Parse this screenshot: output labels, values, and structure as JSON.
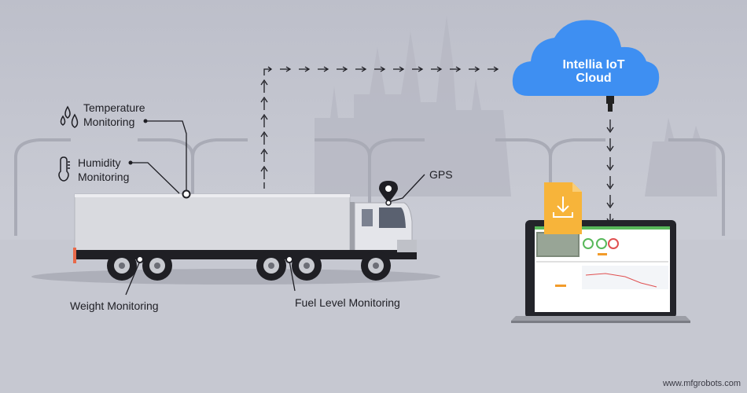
{
  "labels": {
    "temperature_line1": "Temperature",
    "temperature_line2": "Monitoring",
    "humidity_line1": "Humidity",
    "humidity_line2": "Monitoring",
    "gps": "GPS",
    "weight": "Weight Monitoring",
    "fuel": "Fuel Level Monitoring"
  },
  "cloud": {
    "line1": "Intellia IoT",
    "line2": "Cloud"
  },
  "watermark": "www.mfgrobots.com",
  "icons": [
    "droplets-icon",
    "thermometer-icon",
    "gps-pin-icon",
    "cloud-icon",
    "download-file-icon",
    "laptop-icon",
    "truck-icon"
  ],
  "colors": {
    "cloud": "#3e8ff2",
    "file": "#f7b43a",
    "truck_body": "#d9dadf",
    "chassis": "#1f1f24"
  }
}
